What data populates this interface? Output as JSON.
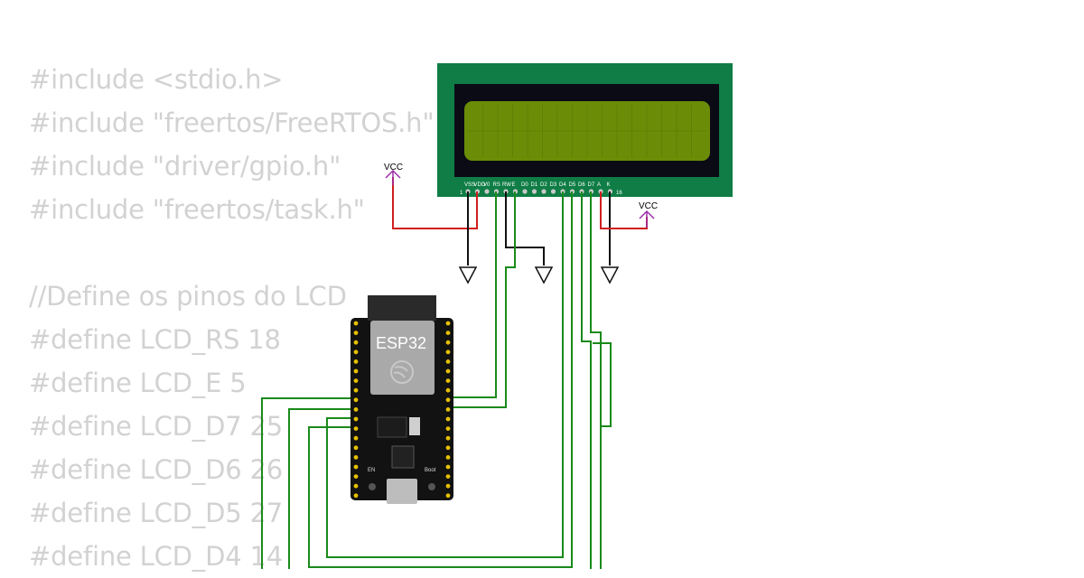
{
  "code_lines": [
    "#include <stdio.h>",
    "#include \"freertos/FreeRTOS.h\"",
    "#include \"driver/gpio.h\"",
    "#include \"freertos/task.h\"",
    "",
    "//Define os pinos do LCD",
    "#define LCD_RS 18",
    "#define LCD_E 5",
    "#define LCD_D7 25",
    "#define LCD_D6 26",
    "#define LCD_D5 27",
    "#define LCD_D4 14"
  ],
  "lcd": {
    "pins": [
      "VSS",
      "VDD",
      "V0",
      "RS",
      "RW",
      "E",
      "D0",
      "D1",
      "D2",
      "D3",
      "D4",
      "D5",
      "D6",
      "D7",
      "A",
      "K"
    ],
    "pin_first": "1",
    "pin_last": "16",
    "board_color": "#0f7d45",
    "screen_color": "#6b8c06"
  },
  "power": {
    "vcc_left": "VCC",
    "vcc_right": "VCC"
  },
  "esp32": {
    "label": "ESP32",
    "boot_label": "Boot",
    "en_label": "EN"
  },
  "colors": {
    "wire_signal": "#1a8a1a",
    "wire_power": "#d11f1f",
    "wire_ground": "#111111",
    "vcc_symbol": "#9b2fa8"
  }
}
